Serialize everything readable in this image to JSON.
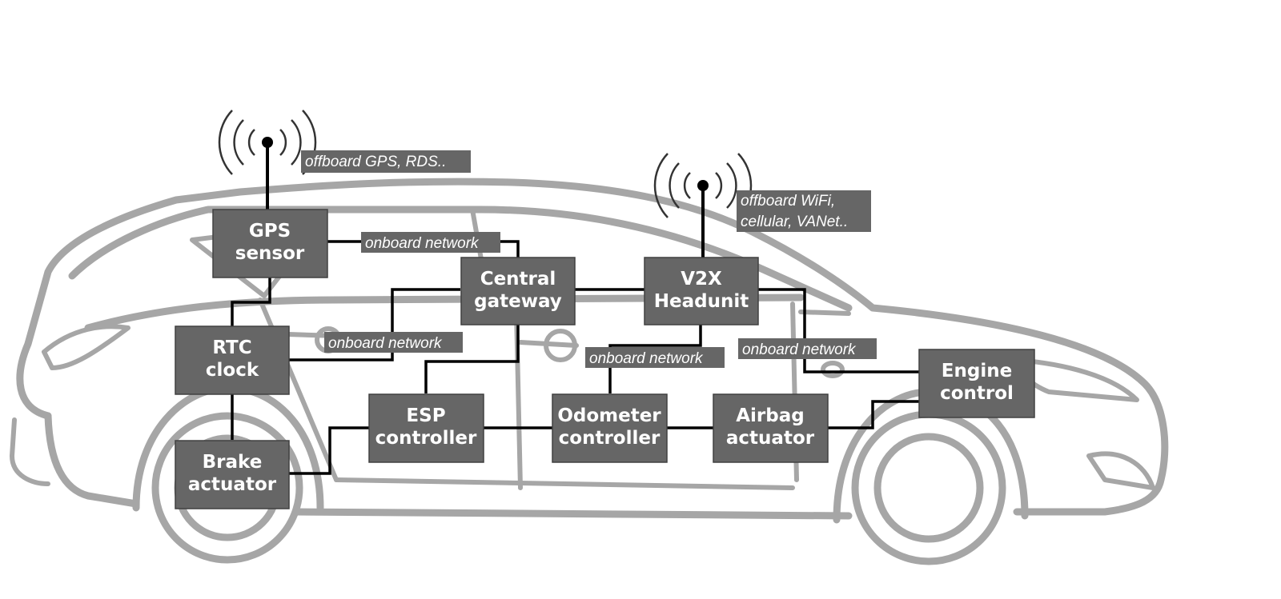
{
  "components": {
    "gps": {
      "line1": "GPS",
      "line2": "sensor"
    },
    "gateway": {
      "line1": "Central",
      "line2": "gateway"
    },
    "v2x": {
      "line1": "V2X",
      "line2": "Headunit"
    },
    "rtc": {
      "line1": "RTC",
      "line2": "clock"
    },
    "engine": {
      "line1": "Engine",
      "line2": "control"
    },
    "esp": {
      "line1": "ESP",
      "line2": "controller"
    },
    "odometer": {
      "line1": "Odometer",
      "line2": "controller"
    },
    "airbag": {
      "line1": "Airbag",
      "line2": "actuator"
    },
    "brake": {
      "line1": "Brake",
      "line2": "actuator"
    }
  },
  "labels": {
    "offboard_gps": "offboard GPS, RDS..",
    "offboard_v2x_line1": "offboard WiFi,",
    "offboard_v2x_line2": "cellular, VANet..",
    "net_top": "onboard network",
    "net_left": "onboard network",
    "net_center": "onboard network",
    "net_right": "onboard network"
  },
  "colors": {
    "box_fill": "#666666",
    "car_outline": "#a6a6a6",
    "wire": "#000000"
  }
}
